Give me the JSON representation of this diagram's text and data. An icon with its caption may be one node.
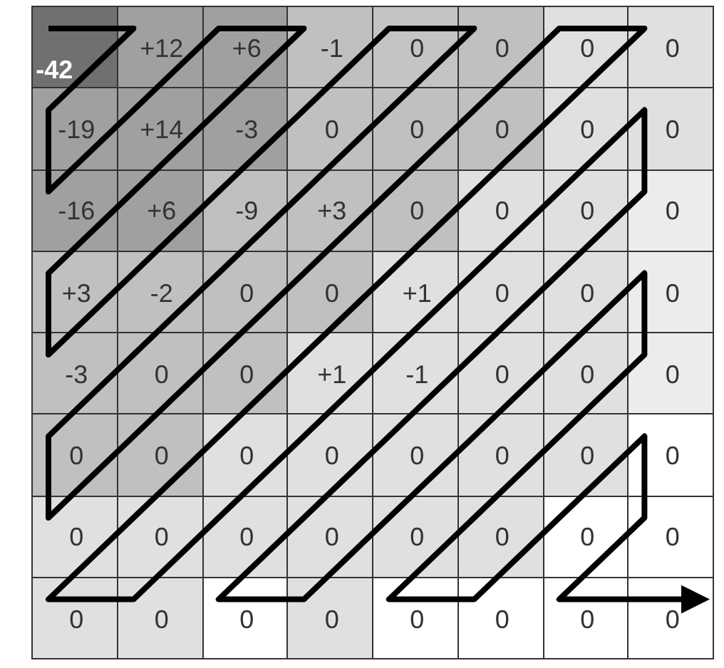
{
  "diagram": {
    "labels": [
      "-42",
      "+12",
      "+6",
      "-1",
      "0",
      "0",
      "0",
      "0",
      "-19",
      "+14",
      "-3",
      "0",
      "0",
      "0",
      "0",
      "0",
      "-16",
      "+6",
      "-9",
      "+3",
      "0",
      "0",
      "0",
      "0",
      "+3",
      "-2",
      "0",
      "0",
      "+1",
      "0",
      "0",
      "0",
      "-3",
      "0",
      "0",
      "+1",
      "-1",
      "0",
      "0",
      "0",
      "0",
      "0",
      "0",
      "0",
      "0",
      "0",
      "0",
      "0",
      "0",
      "0",
      "0",
      "0",
      "0",
      "0",
      "0",
      "0",
      "0",
      "0",
      "0",
      "0",
      "0",
      "0",
      "0",
      "0"
    ]
  }
}
